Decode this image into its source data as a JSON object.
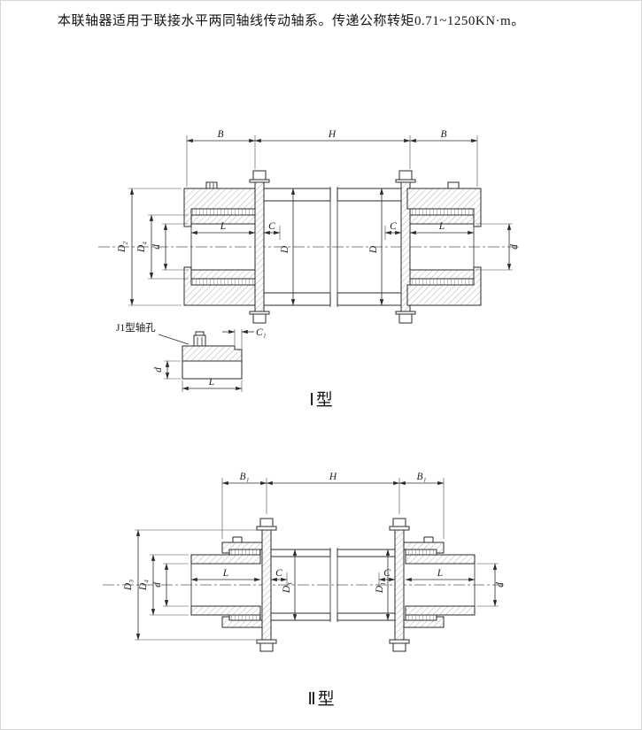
{
  "page": {
    "description": "本联轴器适用于联接水平两同轴线传动轴系。传递公称转矩0.71~1250KN·m。"
  },
  "figure1": {
    "caption": "Ⅰ型",
    "detail": {
      "label": "J1型轴孔",
      "dim_c1": "C₁",
      "dim_d": "d",
      "dim_l": "L"
    },
    "dims": {
      "b_left": "B",
      "h": "H",
      "b_right": "B",
      "d2": "D₂",
      "d4": "D₄",
      "d_left": "d",
      "d_right": "d",
      "l_left": "L",
      "c_left": "C",
      "d_mid_left": "D",
      "d_mid_right": "D",
      "c_right": "C",
      "l_right": "L"
    }
  },
  "figure2": {
    "caption": "Ⅱ型",
    "dims": {
      "b1_left": "B₁",
      "h": "H",
      "b1_right": "B₁",
      "d3": "D₃",
      "d4": "D₄",
      "d_left": "d",
      "d_right": "d",
      "l_left": "L",
      "c_left": "C",
      "d1_left": "D₁",
      "d1_right": "D₁",
      "c_right": "C",
      "l_right": "L"
    }
  }
}
